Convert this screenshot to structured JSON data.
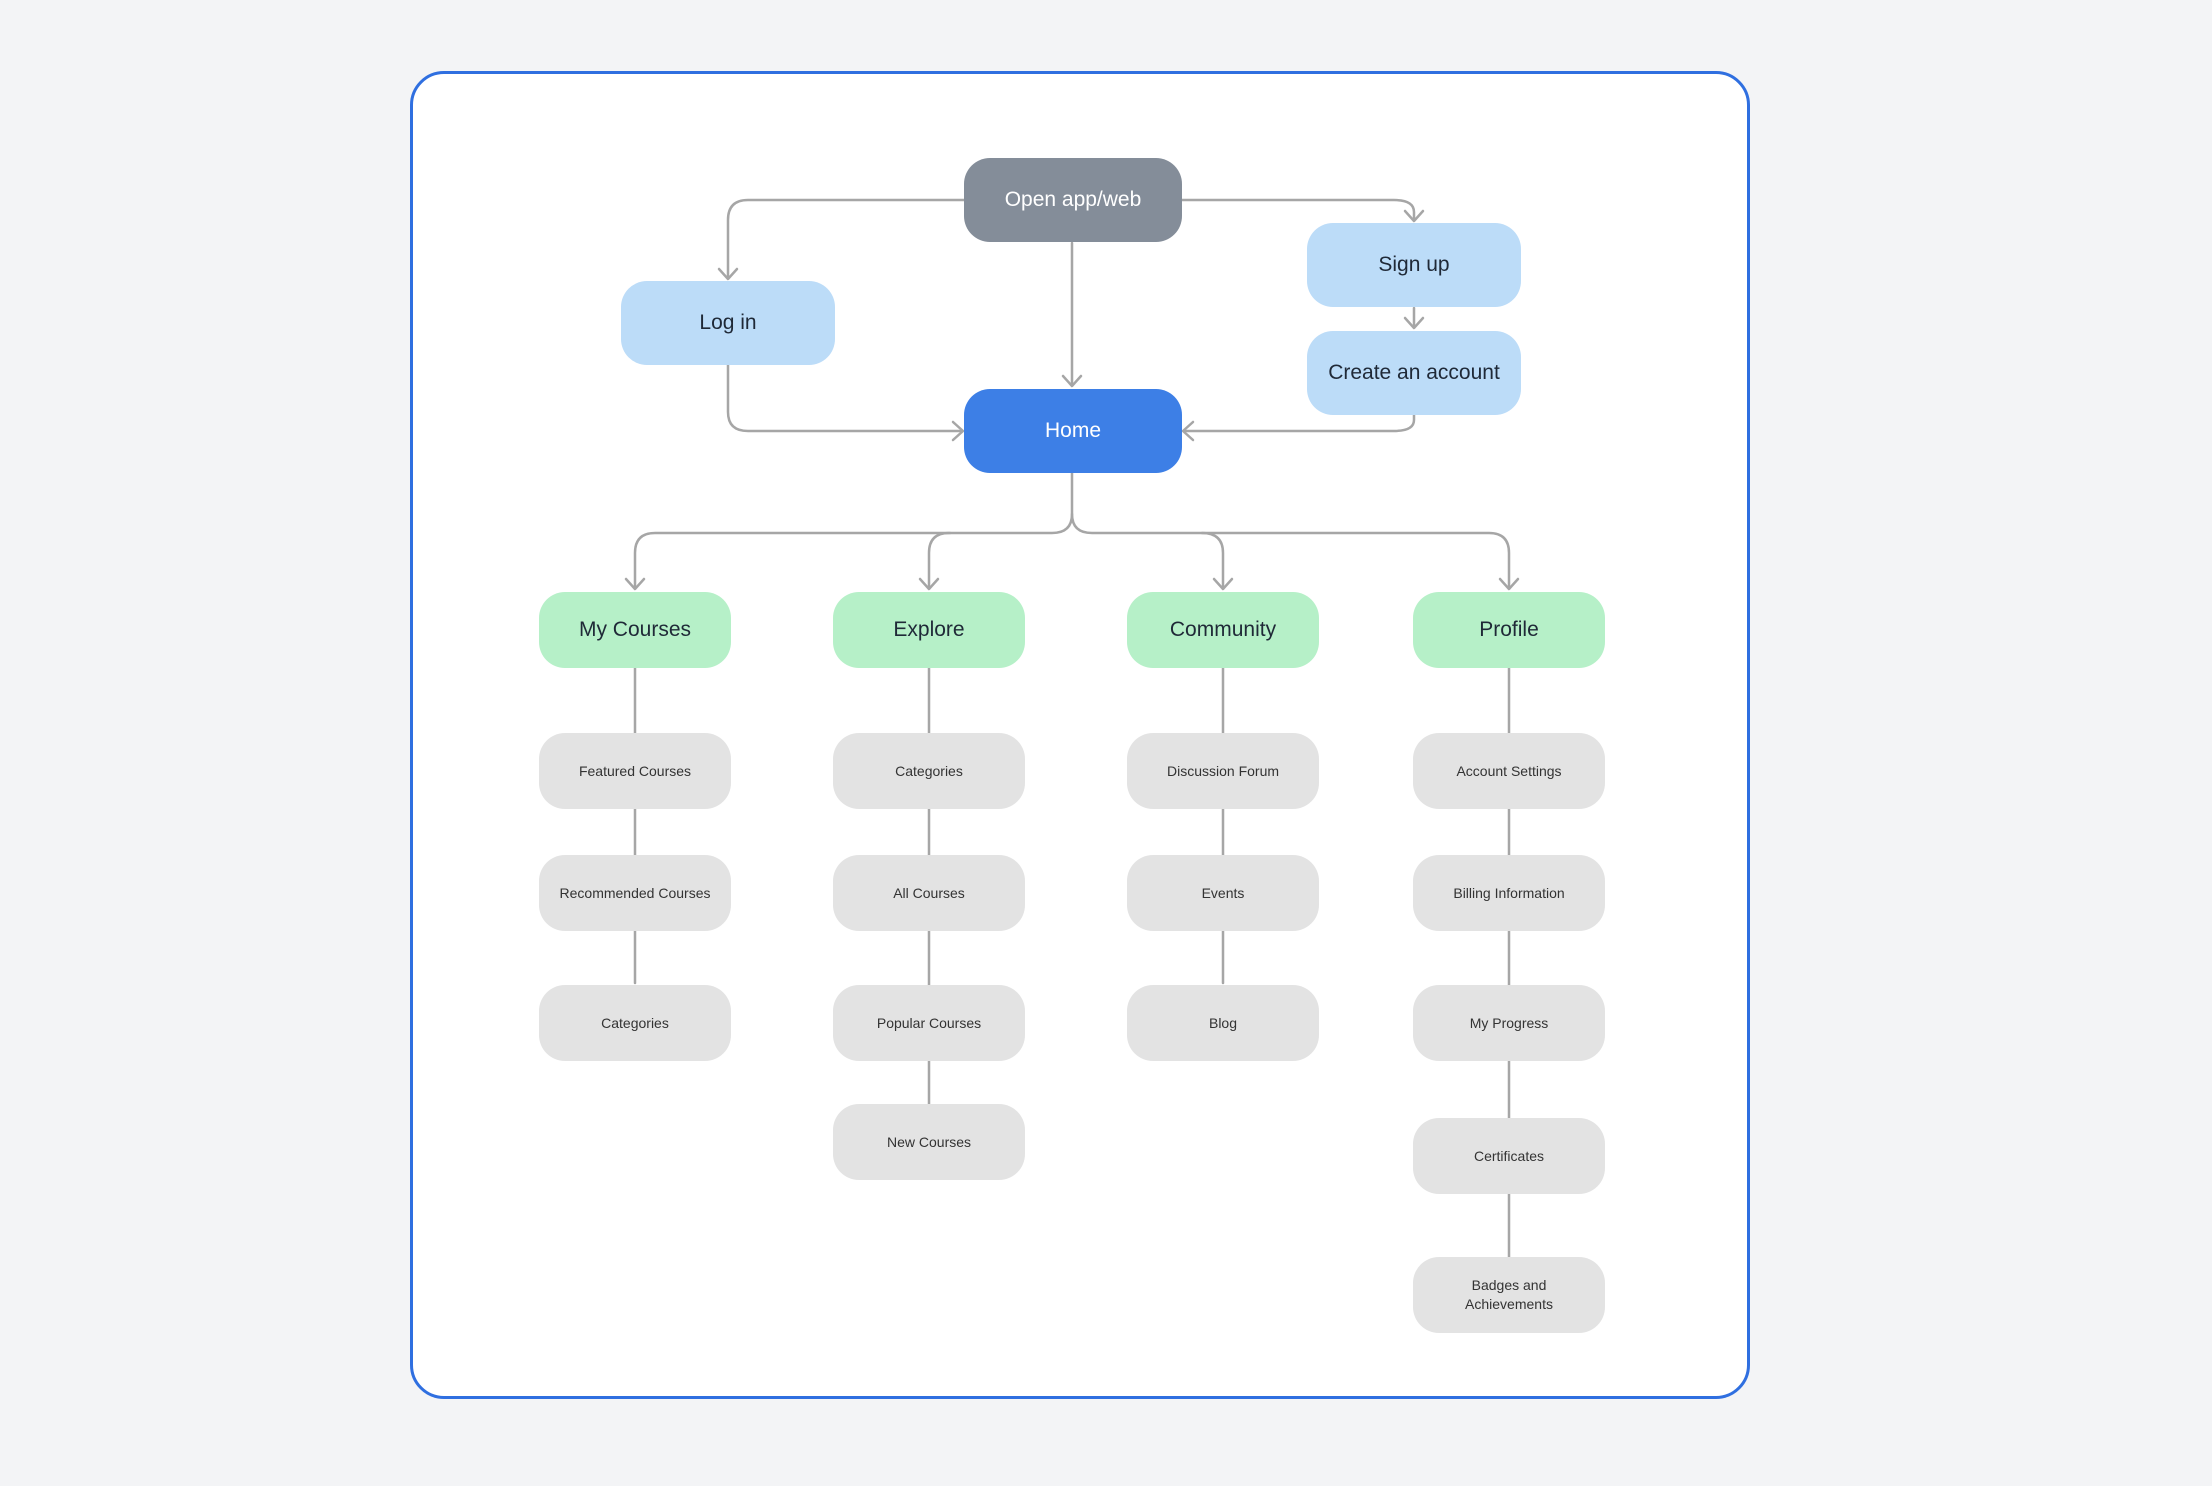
{
  "colors": {
    "frame_border": "#2f6fe0",
    "start": "#848d99",
    "auth": "#bcdcf8",
    "home": "#3d7fe6",
    "section": "#b6f0c8",
    "subpage": "#e3e3e3",
    "connector": "#a6a6a6"
  },
  "flow": {
    "start": "Open app/web",
    "login": "Log in",
    "signup": "Sign up",
    "create_account": "Create an account",
    "home": "Home"
  },
  "sections": [
    {
      "label": "My Courses",
      "items": [
        "Featured Courses",
        "Recommended Courses",
        "Categories"
      ]
    },
    {
      "label": "Explore",
      "items": [
        "Categories",
        "All Courses",
        "Popular Courses",
        "New Courses"
      ]
    },
    {
      "label": "Community",
      "items": [
        "Discussion Forum",
        "Events",
        "Blog"
      ]
    },
    {
      "label": "Profile",
      "items": [
        "Account Settings",
        "Billing Information",
        "My Progress",
        "Certificates",
        "Badges and Achievements"
      ]
    }
  ]
}
